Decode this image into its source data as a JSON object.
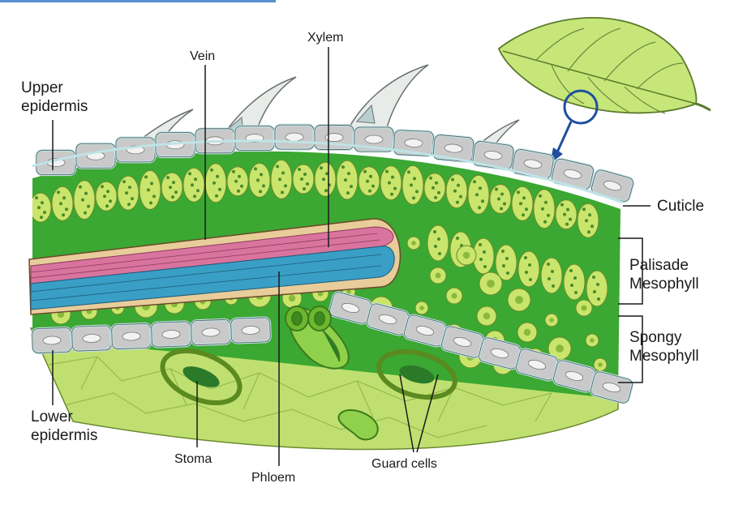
{
  "labels": {
    "upper_epidermis": [
      "Upper",
      "epidermis"
    ],
    "vein": "Vein",
    "xylem": "Xylem",
    "cuticle": "Cuticle",
    "palisade_mesophyll": [
      "Palisade",
      "Mesophyll"
    ],
    "spongy_mesophyll": [
      "Spongy",
      "Mesophyll"
    ],
    "lower_epidermis": [
      "Lower",
      "epidermis"
    ],
    "stoma": "Stoma",
    "phloem": "Phloem",
    "guard_cells": "Guard cells"
  },
  "colors": {
    "leaf_green": "#bfe070",
    "mesophyll_green": "#3aa832",
    "palisade_cell": "#c9e56c",
    "epidermis_fill": "#c9c9c9",
    "epidermis_border": "#bfe3e6",
    "xylem": "#d9749f",
    "phloem": "#3a9fc4",
    "vein_sheath": "#e8cd9a",
    "arrow_blue": "#1f4f9e",
    "top_bar": "#5b8ecf"
  }
}
